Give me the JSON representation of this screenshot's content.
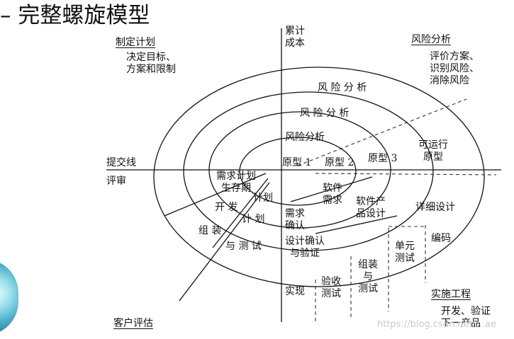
{
  "title": "– 完整螺旋模型",
  "quadrants": {
    "plan": {
      "heading": "制定计划",
      "desc": "决定目标、\n方案和限制"
    },
    "risk": {
      "heading": "风险分析",
      "desc": "评价方案、\n识别风险、\n消除风险"
    },
    "engineering": {
      "heading": "实施工程",
      "desc": "开发、验证\n下一产品"
    },
    "customer": {
      "heading": "客户评估"
    }
  },
  "axes": {
    "cumulative_cost": "累计\n成本",
    "commit_line": "提交线",
    "review": "评审"
  },
  "risk_labels": [
    "风 险 分 析",
    "风 险 分 析",
    "风险分析"
  ],
  "prototypes": [
    "原型 1",
    "原型 2",
    "原型 3",
    "可运行\n原型"
  ],
  "center_labels": [
    "需求计划\n生存期",
    "计划",
    "开 发",
    "计 划",
    "组 装",
    "与 测 试"
  ],
  "lower_left_labels": [
    "需求\n确认",
    "设计确认\n与验证"
  ],
  "engineering_labels": [
    "软件\n需求",
    "软件产\n品设计",
    "详细设计",
    "编码",
    "单元\n测试",
    "组装\n与\n测试",
    "验收\n测试",
    "实现"
  ],
  "watermark": "https://blog.csdn.net/…ae"
}
